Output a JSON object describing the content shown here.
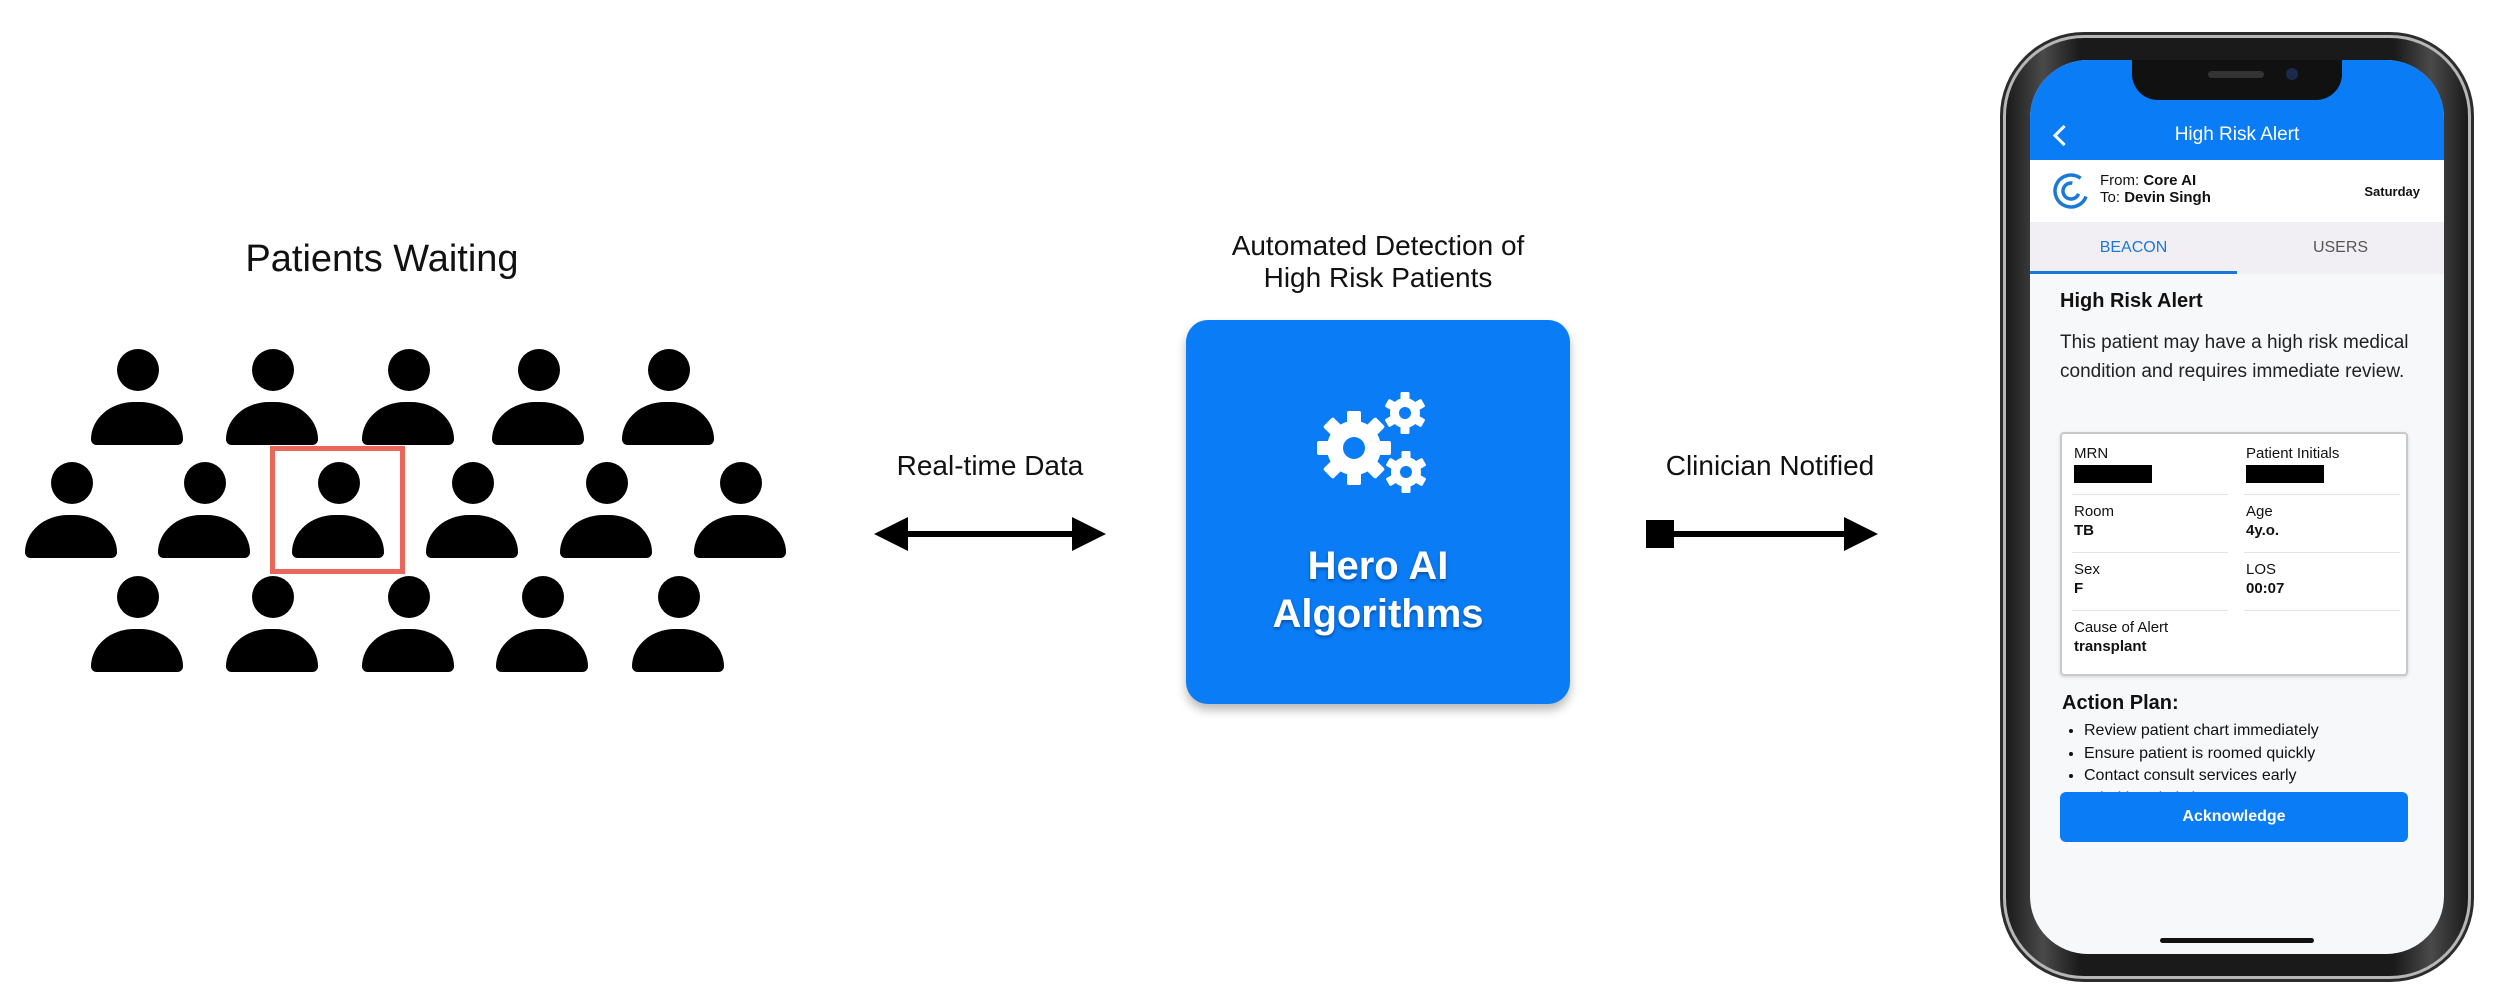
{
  "waiting": {
    "title": "Patients Waiting"
  },
  "link1": {
    "label": "Real-time Data"
  },
  "ai": {
    "caption_line1": "Automated Detection of",
    "caption_line2": "High Risk Patients",
    "name_line1": "Hero AI",
    "name_line2": "Algorithms",
    "color": "#0a7cf5"
  },
  "link2": {
    "label": "Clinician Notified"
  },
  "phone": {
    "header_title": "High Risk Alert",
    "from_label": "From:",
    "from_value": "Core AI",
    "to_label": "To:",
    "to_value": "Devin Singh",
    "day": "Saturday",
    "tabs": [
      "BEACON",
      "USERS"
    ],
    "alert_title": "High Risk Alert",
    "message": "This patient may have a high risk medical condition and requires immediate review.",
    "fields": {
      "mrn_label": "MRN",
      "initials_label": "Patient Initials",
      "room_label": "Room",
      "room_value": "TB",
      "age_label": "Age",
      "age_value": "4y.o.",
      "sex_label": "Sex",
      "sex_value": "F",
      "los_label": "LOS",
      "los_value": "00:07",
      "cause_label": "Cause of Alert",
      "cause_value": "transplant"
    },
    "action_title": "Action Plan:",
    "actions": [
      "Review patient chart immediately",
      "Ensure patient is roomed quickly",
      "Contact consult services early",
      "Prioritize vital sign reassessments"
    ],
    "ack_label": "Acknowledge"
  },
  "colors": {
    "highlight": "#e8675a",
    "accent": "#0a7cf5"
  }
}
